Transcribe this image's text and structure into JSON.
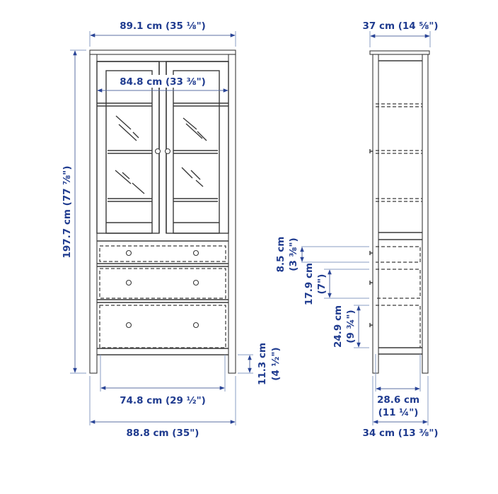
{
  "diagram": {
    "type": "furniture-dimension-drawing",
    "colors": {
      "line": "#3a3a3a",
      "dimension": "#5b6fa3",
      "label": "#1f3b8f",
      "background": "#ffffff"
    },
    "front_view": {
      "total_width_top": "89.1 cm (35 ⅛\")",
      "inner_width": "84.8 cm (33 ⅜\")",
      "total_height": "197.7 cm (77 ⅞\")",
      "leg_span_width": "74.8 cm (29 ½\")",
      "base_width": "88.8 cm (35\")",
      "leg_height_cm": "11.3 cm",
      "leg_height_in": "(4 ½\")",
      "glass_doors": 2,
      "drawers": 3
    },
    "side_view": {
      "top_depth": "37 cm (14 ⅝\")",
      "drawer1_height_cm": "8.5 cm",
      "drawer1_height_in": "(3 ⅜\")",
      "drawer2_height_cm": "17.9 cm",
      "drawer2_height_in": "(7\")",
      "drawer3_height_cm": "24.9 cm",
      "drawer3_height_in": "(9 ¾\")",
      "inner_depth_cm": "28.6 cm",
      "inner_depth_in": "(11 ¼\")",
      "base_depth": "34 cm (13 ⅜\")"
    }
  }
}
